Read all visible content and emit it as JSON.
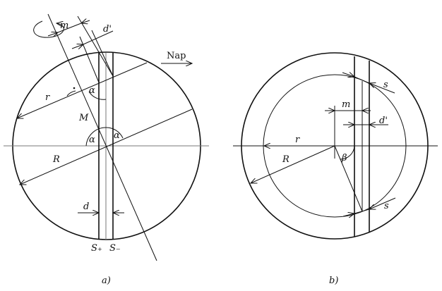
{
  "figure_a": {
    "caption": "a)",
    "labels": {
      "m": "m",
      "d_prime": "d'",
      "nap": "Nap",
      "r": "r",
      "M": "M",
      "alpha": "α",
      "R": "R",
      "d": "d",
      "s_plus": "S₊",
      "s_minus": "S₋"
    }
  },
  "figure_b": {
    "caption": "b)",
    "labels": {
      "m": "m",
      "d_prime": "d'",
      "r": "r",
      "R": "R",
      "beta": "β",
      "s": "s"
    }
  }
}
